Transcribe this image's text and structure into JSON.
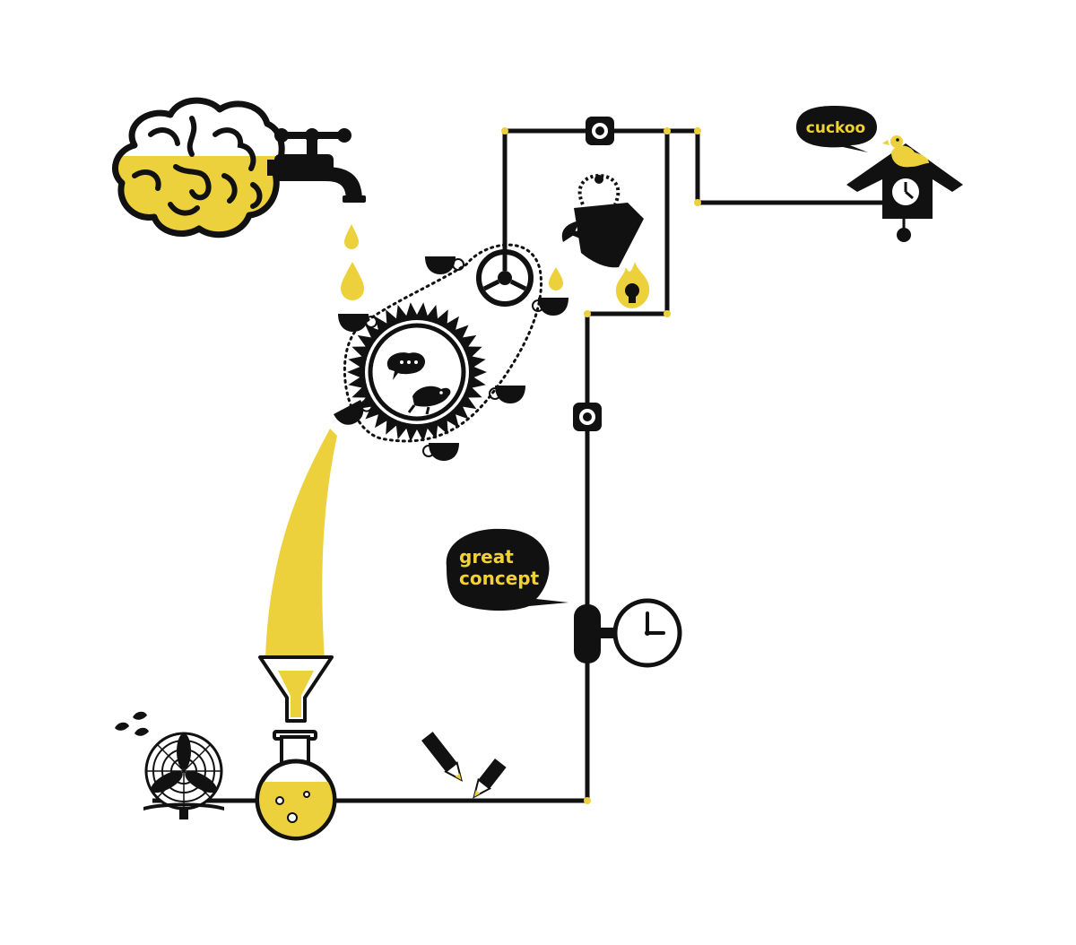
{
  "colors": {
    "ink": "#111111",
    "accent": "#ecd13d",
    "background": "#ffffff"
  },
  "bubbles": {
    "cuckoo": "cuckoo",
    "concept_line1": "great",
    "concept_line2": "concept"
  },
  "components": [
    "brain-icon",
    "water-tap-icon",
    "drip-drops",
    "gear-wheel-icon",
    "hamster-wheel-icon",
    "cup-conveyor-icon",
    "small-wheel-icon",
    "kettle-icon",
    "flame-icon",
    "cuckoo-clock-icon",
    "bird-icon",
    "pressure-gauge-icon",
    "funnel-icon",
    "flask-icon",
    "fan-icon",
    "pencil-icon",
    "pipe-valve-icon"
  ]
}
